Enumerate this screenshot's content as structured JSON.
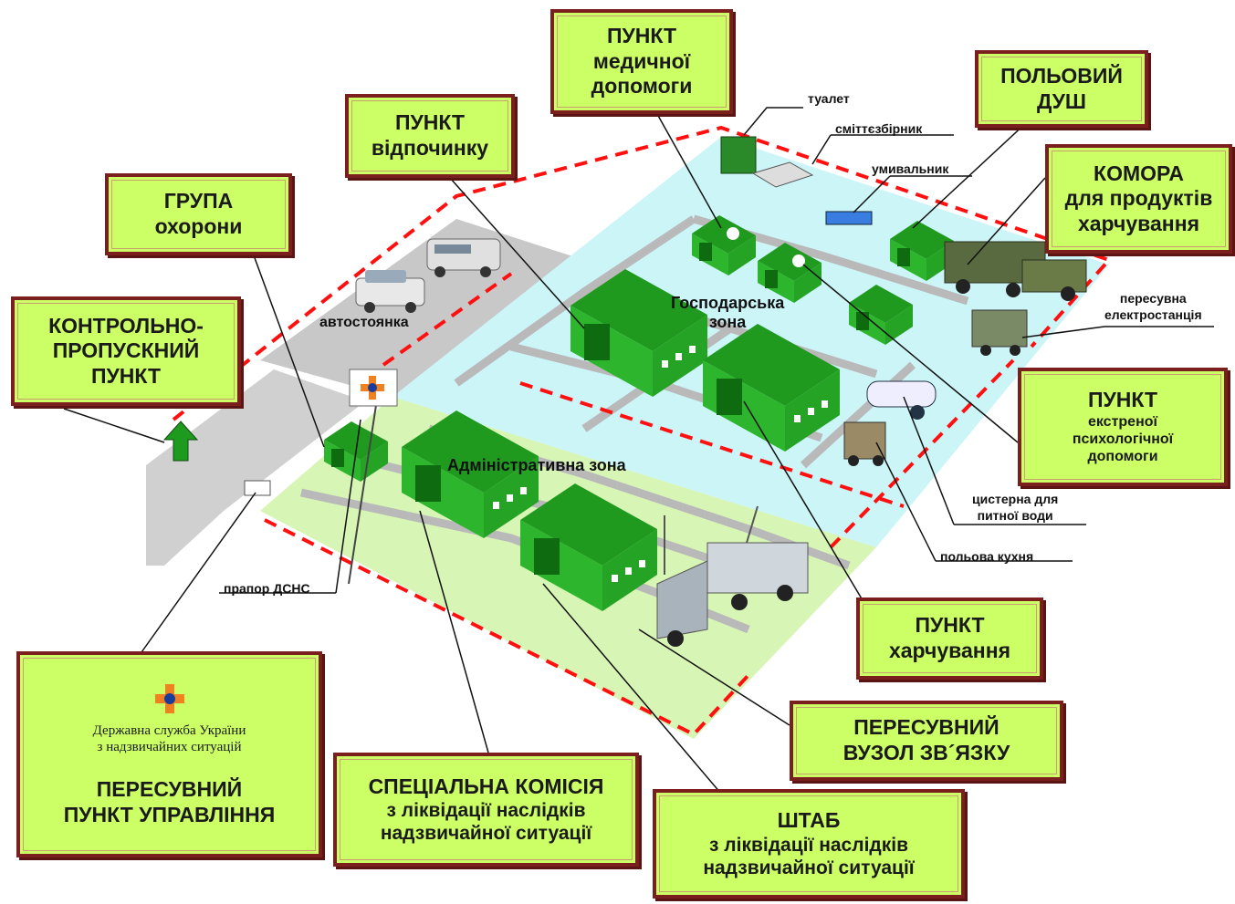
{
  "colors": {
    "box_fill": "#ccff66",
    "box_border": "#7a1e1e",
    "tent_green": "#2db52d",
    "zone_blue": "#ccf5f8",
    "zone_green": "#d7f5b4",
    "zone_gray": "#c8c8c8",
    "fence_red": "#ff1010"
  },
  "callouts": {
    "checkpoint": [
      "КОНТРОЛЬНО-",
      "ПРОПУСКНИЙ",
      "ПУНКТ"
    ],
    "guard_group": [
      "ГРУПА",
      "охорони"
    ],
    "rest_point": [
      "ПУНКТ",
      "відпочинку"
    ],
    "medical_point": [
      "ПУНКТ",
      "медичної",
      "допомоги"
    ],
    "field_shower": [
      "ПОЛЬОВИЙ",
      "ДУШ"
    ],
    "food_storage": [
      "КОМОРА",
      "для продуктів",
      "харчування"
    ],
    "psych_point": {
      "title": "ПУНКТ",
      "lines": [
        "екстреної",
        "психологічної",
        "допомоги"
      ]
    },
    "catering_point": [
      "ПУНКТ",
      "харчування"
    ],
    "mobile_comms": [
      "ПЕРЕСУВНИЙ",
      "ВУЗОЛ ЗВ´ЯЗКУ"
    ],
    "hq": [
      "ШТАБ",
      "з ліквідації наслідків",
      "надзвичайної ситуації"
    ],
    "special_commission": [
      "СПЕЦІАЛЬНА КОМІСІЯ",
      "з ліквідації наслідків",
      "надзвичайної ситуації"
    ],
    "command_post": {
      "org": [
        "Державна служба України",
        "з надзвичайних ситуацій"
      ],
      "title": [
        "ПЕРЕСУВНИЙ",
        "ПУНКТ УПРАВЛІННЯ"
      ]
    }
  },
  "labels": {
    "toilet": "туалет",
    "garbage": "сміттєзбірник",
    "washstand": "умивальник",
    "power_station": [
      "пересувна",
      "електростанція"
    ],
    "water_tank": [
      "цистерна для",
      "питної води"
    ],
    "field_kitchen": "польова кухня",
    "flag": "прапор ДСНС",
    "parking": "автостоянка"
  },
  "zones": {
    "economic": [
      "Господарська",
      "зона"
    ],
    "administrative": "Адміністративна зона"
  },
  "icons": {
    "emblem": "dsns-emblem-icon",
    "medical": "star-of-life-icon",
    "checkpoint": "checkpoint-arrow-icon"
  }
}
